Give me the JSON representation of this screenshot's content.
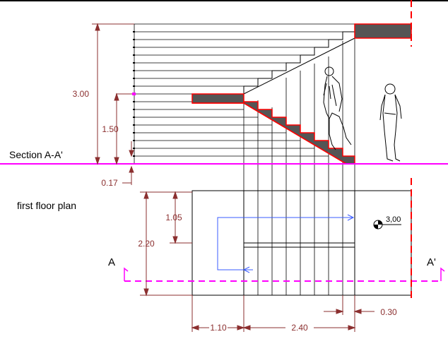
{
  "drawing": {
    "section_label": "Section A-A'",
    "plan_label": "first floor plan",
    "cut_left": "A",
    "cut_right": "A'",
    "level_marker": "3,00",
    "dims": {
      "h_total": "3.00",
      "h_mid": "1.50",
      "h_step": "0.17",
      "plan_run": "1.05",
      "plan_depth": "2.20",
      "landing": "1.10",
      "flight": "2.40",
      "wall": "0.30"
    },
    "colors": {
      "dim": "#8b2f2f",
      "section": "#ff00ff",
      "cut": "#ff0000",
      "arrow": "#3a5bff",
      "fill": "#555555"
    }
  }
}
